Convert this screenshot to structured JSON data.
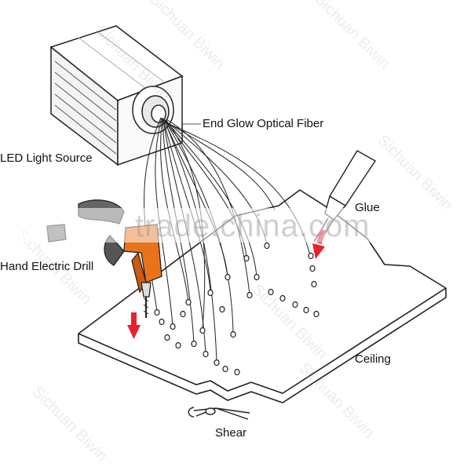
{
  "labels": {
    "fiber": "End Glow Optical Fiber",
    "led": "LED Light Source",
    "drill": "Hand Electric Drill",
    "glue": "Glue",
    "ceiling": "Ceiling",
    "shear": "Shear"
  },
  "watermark": {
    "main": "trade.china.com",
    "diagonal": "Sichuan Biwin"
  },
  "colors": {
    "arrow": "#e8202a",
    "drill_body": "#e8731a",
    "line": "#222222"
  }
}
